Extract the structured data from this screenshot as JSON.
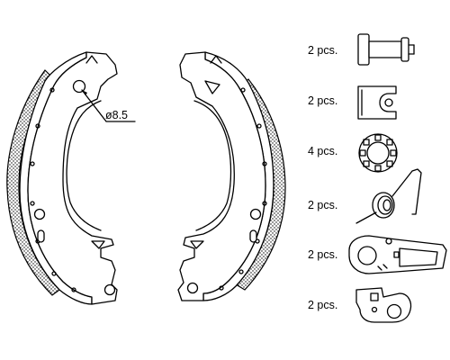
{
  "dimension_label": "ø8.5",
  "parts": [
    {
      "quantity": "2 pcs.",
      "icon": "pin-icon"
    },
    {
      "quantity": "2 pcs.",
      "icon": "clip-icon"
    },
    {
      "quantity": "4 pcs.",
      "icon": "retainer-cup-icon"
    },
    {
      "quantity": "2 pcs.",
      "icon": "spring-icon"
    },
    {
      "quantity": "2 pcs.",
      "icon": "adjuster-lever-icon"
    },
    {
      "quantity": "2 pcs.",
      "icon": "bracket-icon"
    }
  ]
}
